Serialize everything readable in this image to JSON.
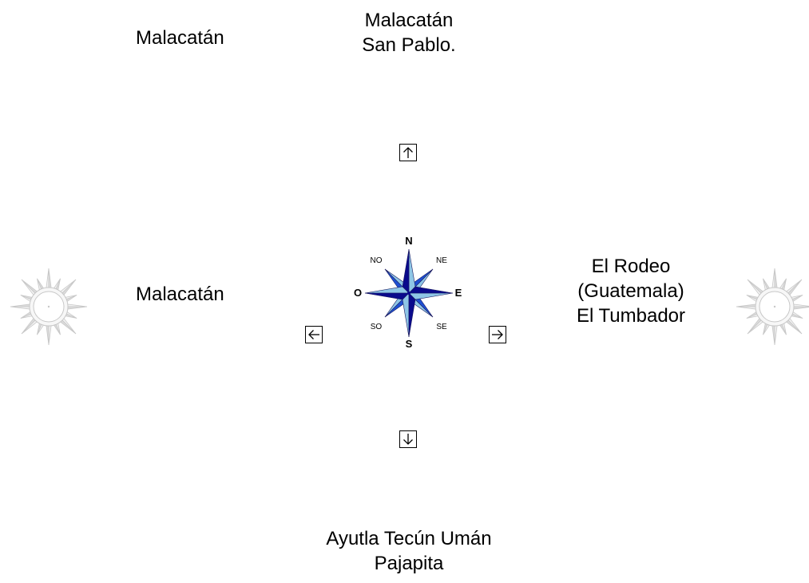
{
  "places": {
    "northwest": "Malacatán",
    "north": [
      "Malacatán",
      "San Pablo."
    ],
    "west": "Malacatán",
    "east": [
      "El Rodeo",
      "(Guatemala)",
      "El Tumbador"
    ],
    "south": [
      "Ayutla Tecún Umán",
      "Pajapita"
    ]
  },
  "compass": {
    "N": "N",
    "NE": "NE",
    "E": "E",
    "SE": "SE",
    "S": "S",
    "SO": "SO",
    "O": "O",
    "NO": "NO"
  },
  "colors": {
    "dark_blue": "#0a0a8c",
    "mid_blue": "#1e50d2",
    "light_blue": "#8ec6e6",
    "outline": "#1a1a60",
    "deco_gray": "#c8c8c8"
  },
  "icons": {
    "up": "arrow-up-icon",
    "down": "arrow-down-icon",
    "left": "arrow-left-icon",
    "right": "arrow-right-icon",
    "rose": "compass-rose-icon"
  }
}
